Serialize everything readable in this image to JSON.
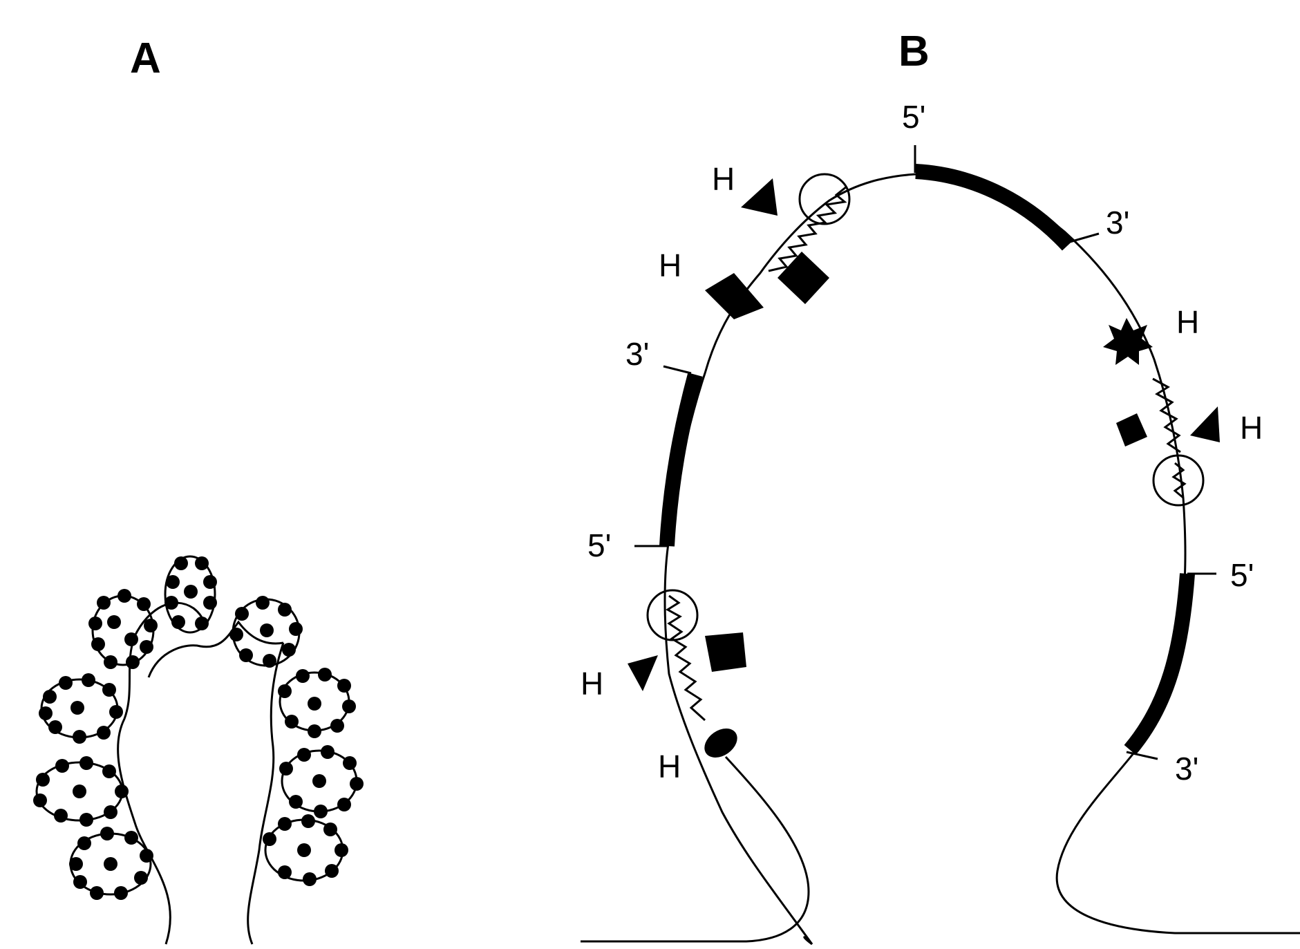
{
  "panel_a": {
    "label": "A"
  },
  "panel_b": {
    "label": "B",
    "end_labels": {
      "top_five": "5'",
      "top_three": "3'",
      "left_three": "3'",
      "left_five": "5'",
      "right_five": "5'",
      "right_three": "3'"
    },
    "h_labels": {
      "h1": "H",
      "h2": "H",
      "h3": "H",
      "h4": "H",
      "h5": "H",
      "h6": "H"
    }
  }
}
